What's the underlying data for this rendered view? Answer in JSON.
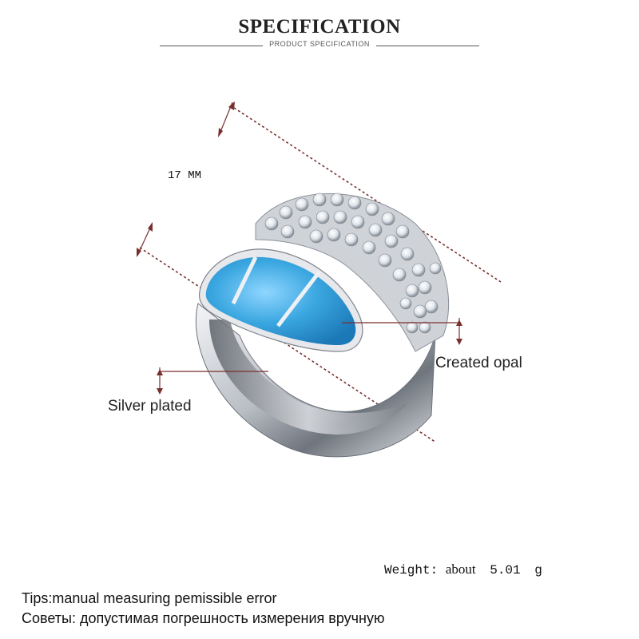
{
  "header": {
    "title": "SPECIFICATION",
    "subtitle": "PRODUCT SPECIFICATION"
  },
  "dimension": {
    "label": "17 MM"
  },
  "callouts": {
    "opal": "Created opal",
    "silver": "Silver plated"
  },
  "weight": {
    "label": "Weight:",
    "about": "about",
    "value": "5.01",
    "unit": "g"
  },
  "tips": {
    "en": "Tips:manual measuring pemissible error",
    "ru": "Советы: допустимая погрешность измерения вручную"
  },
  "colors": {
    "accent_line": "#7a2f2f",
    "opal": "#3aa6e0",
    "silver": "#cfd3d8"
  }
}
